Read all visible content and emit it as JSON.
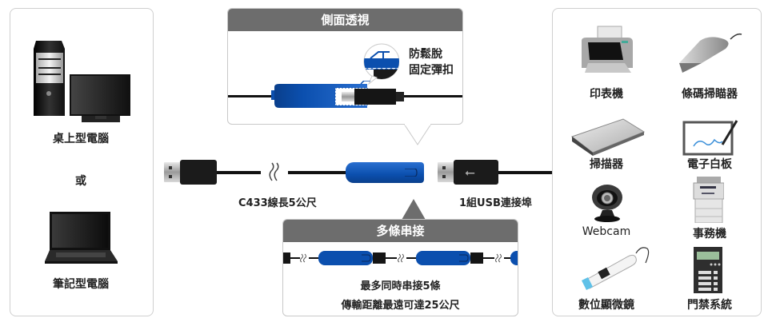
{
  "left_panel": {
    "desktop_label": "桌上型電腦",
    "or_label": "或",
    "laptop_label": "筆記型電腦",
    "desktop_icon": "desktop-computer-icon",
    "laptop_icon": "laptop-icon"
  },
  "side_view": {
    "title": "側面透視",
    "annotation_line1": "防鬆脫",
    "annotation_line2": "固定彈扣"
  },
  "main_diagram": {
    "cable_label": "C433線長5公尺",
    "port_label": "1組USB連接埠"
  },
  "daisy_chain": {
    "title": "多條串接",
    "line1": "最多同時串接5條",
    "line2": "傳輸距離最遠可達25公尺"
  },
  "devices": [
    {
      "label": "印表機",
      "icon": "printer-icon"
    },
    {
      "label": "條碼掃瞄器",
      "icon": "barcode-scanner-icon"
    },
    {
      "label": "掃描器",
      "icon": "flatbed-scanner-icon"
    },
    {
      "label": "電子白板",
      "icon": "electronic-whiteboard-icon"
    },
    {
      "label": "Webcam",
      "icon": "webcam-icon"
    },
    {
      "label": "事務機",
      "icon": "multifunction-printer-icon"
    },
    {
      "label": "數位顯微鏡",
      "icon": "digital-microscope-icon"
    },
    {
      "label": "門禁系統",
      "icon": "access-control-icon"
    }
  ],
  "colors": {
    "accent_blue": "#0b4fae",
    "header_gray": "#6d6d6d",
    "panel_border": "#cfcfcf"
  }
}
